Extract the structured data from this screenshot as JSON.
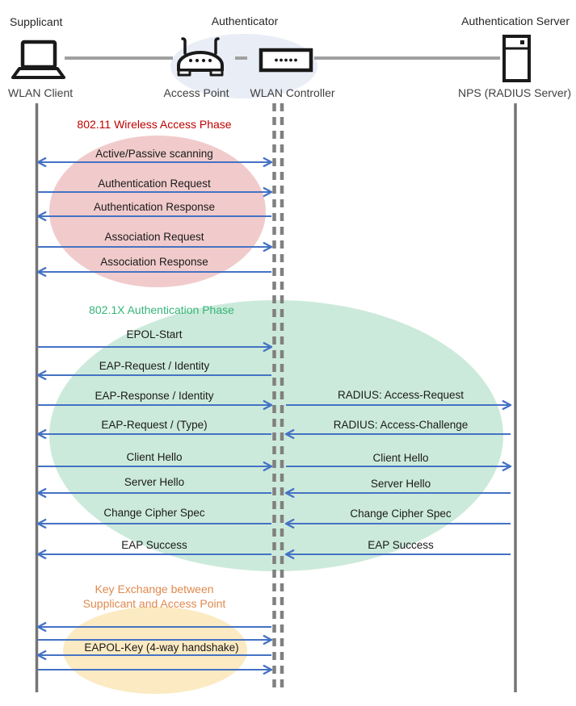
{
  "header": {
    "roles": {
      "supplicant": "Supplicant",
      "authenticator": "Authenticator",
      "auth_server": "Authentication Server"
    },
    "devices": {
      "client": "WLAN Client",
      "access_point": "Access Point",
      "controller": "WLAN Controller",
      "nps": "NPS (RADIUS Server)"
    }
  },
  "phases": {
    "p1": {
      "title": "802.11 Wireless Access Phase",
      "title_color": "#C00000",
      "ellipse_fill": "#F1CBCB",
      "messages": [
        {
          "label": "Active/Passive scanning",
          "from": "WLAN Client",
          "to": "WLAN Controller",
          "direction": "both"
        },
        {
          "label": "Authentication Request",
          "from": "WLAN Client",
          "to": "WLAN Controller",
          "direction": "right"
        },
        {
          "label": "Authentication Response",
          "from": "WLAN Controller",
          "to": "WLAN Client",
          "direction": "left"
        },
        {
          "label": "Association Request",
          "from": "WLAN Client",
          "to": "WLAN Controller",
          "direction": "right"
        },
        {
          "label": "Association Response",
          "from": "WLAN Controller",
          "to": "WLAN Client",
          "direction": "left"
        }
      ]
    },
    "p2": {
      "title": "802.1X Authentication Phase",
      "title_color": "#35B577",
      "ellipse_fill": "#CCEADB",
      "left": [
        {
          "label": "EPOL-Start",
          "from": "WLAN Client",
          "to": "WLAN Controller",
          "direction": "right"
        },
        {
          "label": "EAP-Request / Identity",
          "from": "WLAN Controller",
          "to": "WLAN Client",
          "direction": "left"
        },
        {
          "label": "EAP-Response / Identity",
          "from": "WLAN Client",
          "to": "WLAN Controller",
          "direction": "right"
        },
        {
          "label": "EAP-Request / (Type)",
          "from": "WLAN Controller",
          "to": "WLAN Client",
          "direction": "left"
        },
        {
          "label": "Client Hello",
          "from": "WLAN Client",
          "to": "WLAN Controller",
          "direction": "right"
        },
        {
          "label": "Server Hello",
          "from": "WLAN Controller",
          "to": "WLAN Client",
          "direction": "left"
        },
        {
          "label": "Change Cipher Spec",
          "from": "WLAN Controller",
          "to": "WLAN Client",
          "direction": "left"
        },
        {
          "label": "EAP Success",
          "from": "WLAN Controller",
          "to": "WLAN Client",
          "direction": "left"
        }
      ],
      "right": [
        {
          "label": "RADIUS: Access-Request",
          "from": "WLAN Controller",
          "to": "NPS (RADIUS Server)",
          "direction": "right"
        },
        {
          "label": "RADIUS: Access-Challenge",
          "from": "NPS (RADIUS Server)",
          "to": "WLAN Controller",
          "direction": "left"
        },
        {
          "label": "Client Hello",
          "from": "WLAN Controller",
          "to": "NPS (RADIUS Server)",
          "direction": "right"
        },
        {
          "label": "Server Hello",
          "from": "NPS (RADIUS Server)",
          "to": "WLAN Controller",
          "direction": "left"
        },
        {
          "label": "Change Cipher Spec",
          "from": "NPS (RADIUS Server)",
          "to": "WLAN Controller",
          "direction": "left"
        },
        {
          "label": "EAP Success",
          "from": "NPS (RADIUS Server)",
          "to": "WLAN Controller",
          "direction": "left"
        }
      ]
    },
    "p3": {
      "title_line1": "Key Exchange between",
      "title_line2": "Supplicant and Access Point",
      "title_color": "#E0894E",
      "ellipse_fill": "#FCEAC2",
      "messages": [
        {
          "label": "EAPOL-Key (4-way handshake)",
          "between": [
            "WLAN Client",
            "WLAN Controller"
          ],
          "arrows": [
            {
              "direction": "left"
            },
            {
              "direction": "right"
            },
            {
              "direction": "left"
            },
            {
              "direction": "right"
            }
          ]
        }
      ]
    }
  },
  "palette": {
    "arrow_blue": "#4472C4",
    "lifeline_gray": "#757575",
    "connector_gray": "#A0A0A0",
    "authenticator_ellipse": "#E9EDF6",
    "phase1_ellipse": "#F1CBCB",
    "phase2_ellipse": "#CCEADB",
    "phase3_ellipse": "#FCEAC2",
    "icon_black": "#1a1a1a"
  }
}
